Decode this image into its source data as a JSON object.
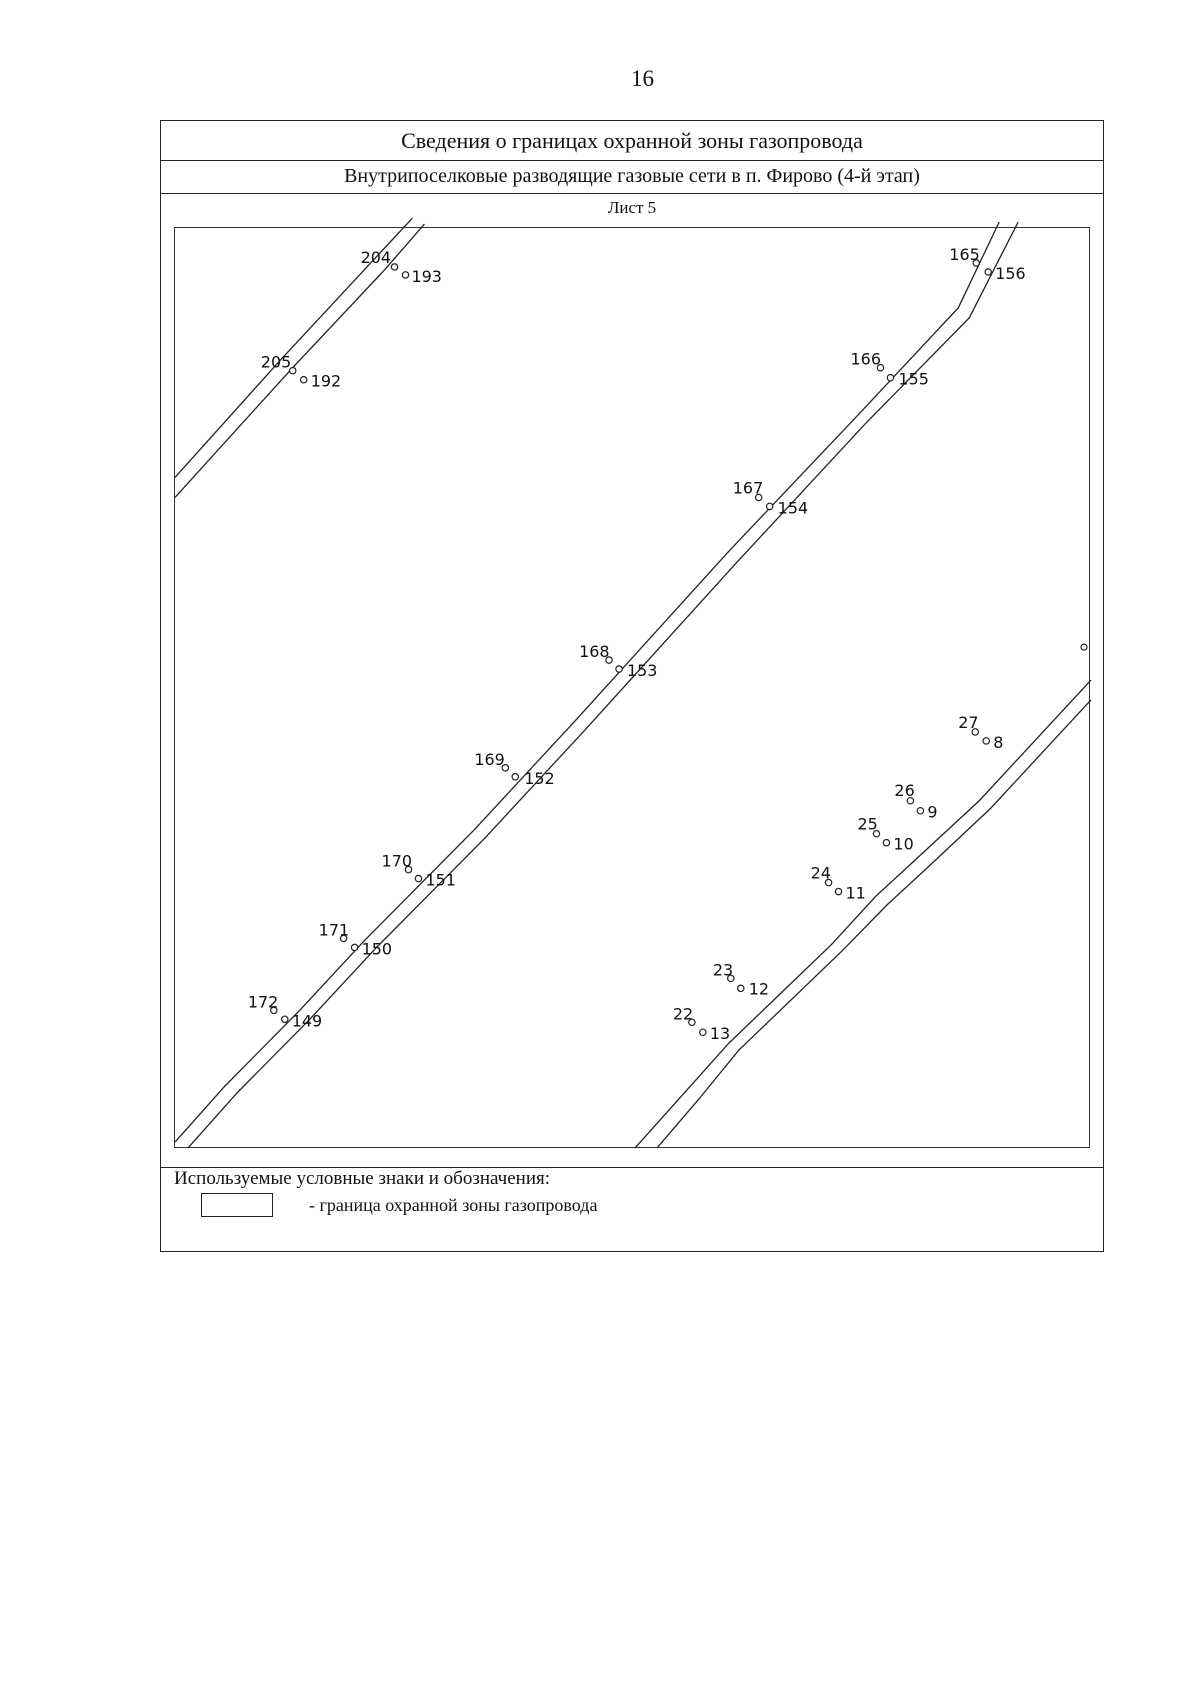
{
  "page_number": "16",
  "title": "Сведения о границах охранной зоны газопровода",
  "subtitle": "Внутрипоселковые разводящие газовые сети в п. Фирово (4-й этап)",
  "sheet": "Лист 5",
  "legend": {
    "title": "Используемые условные знаки и обозначения:",
    "item_text": "- граница охранной зоны газопровода"
  },
  "colors": {
    "ink": "#222222",
    "paper": "#ffffff"
  }
}
